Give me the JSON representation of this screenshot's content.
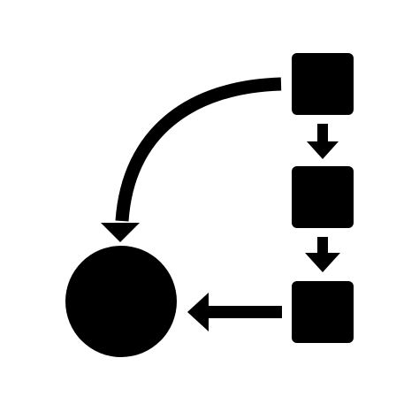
{
  "diagram": {
    "type": "flowchart-icon",
    "colors": {
      "foreground": "#000000",
      "background": "#ffffff"
    },
    "icon_names": {
      "process_box": "square-node",
      "terminal": "circle-node",
      "connector": "arrow"
    },
    "nodes": [
      {
        "id": "box-1",
        "shape": "square"
      },
      {
        "id": "box-2",
        "shape": "square"
      },
      {
        "id": "box-3",
        "shape": "square"
      },
      {
        "id": "circle-1",
        "shape": "circle"
      }
    ],
    "edges": [
      {
        "from": "box-1",
        "to": "box-2",
        "style": "straight"
      },
      {
        "from": "box-2",
        "to": "box-3",
        "style": "straight"
      },
      {
        "from": "box-3",
        "to": "circle-1",
        "style": "straight"
      },
      {
        "from": "box-1",
        "to": "circle-1",
        "style": "curved"
      }
    ]
  }
}
